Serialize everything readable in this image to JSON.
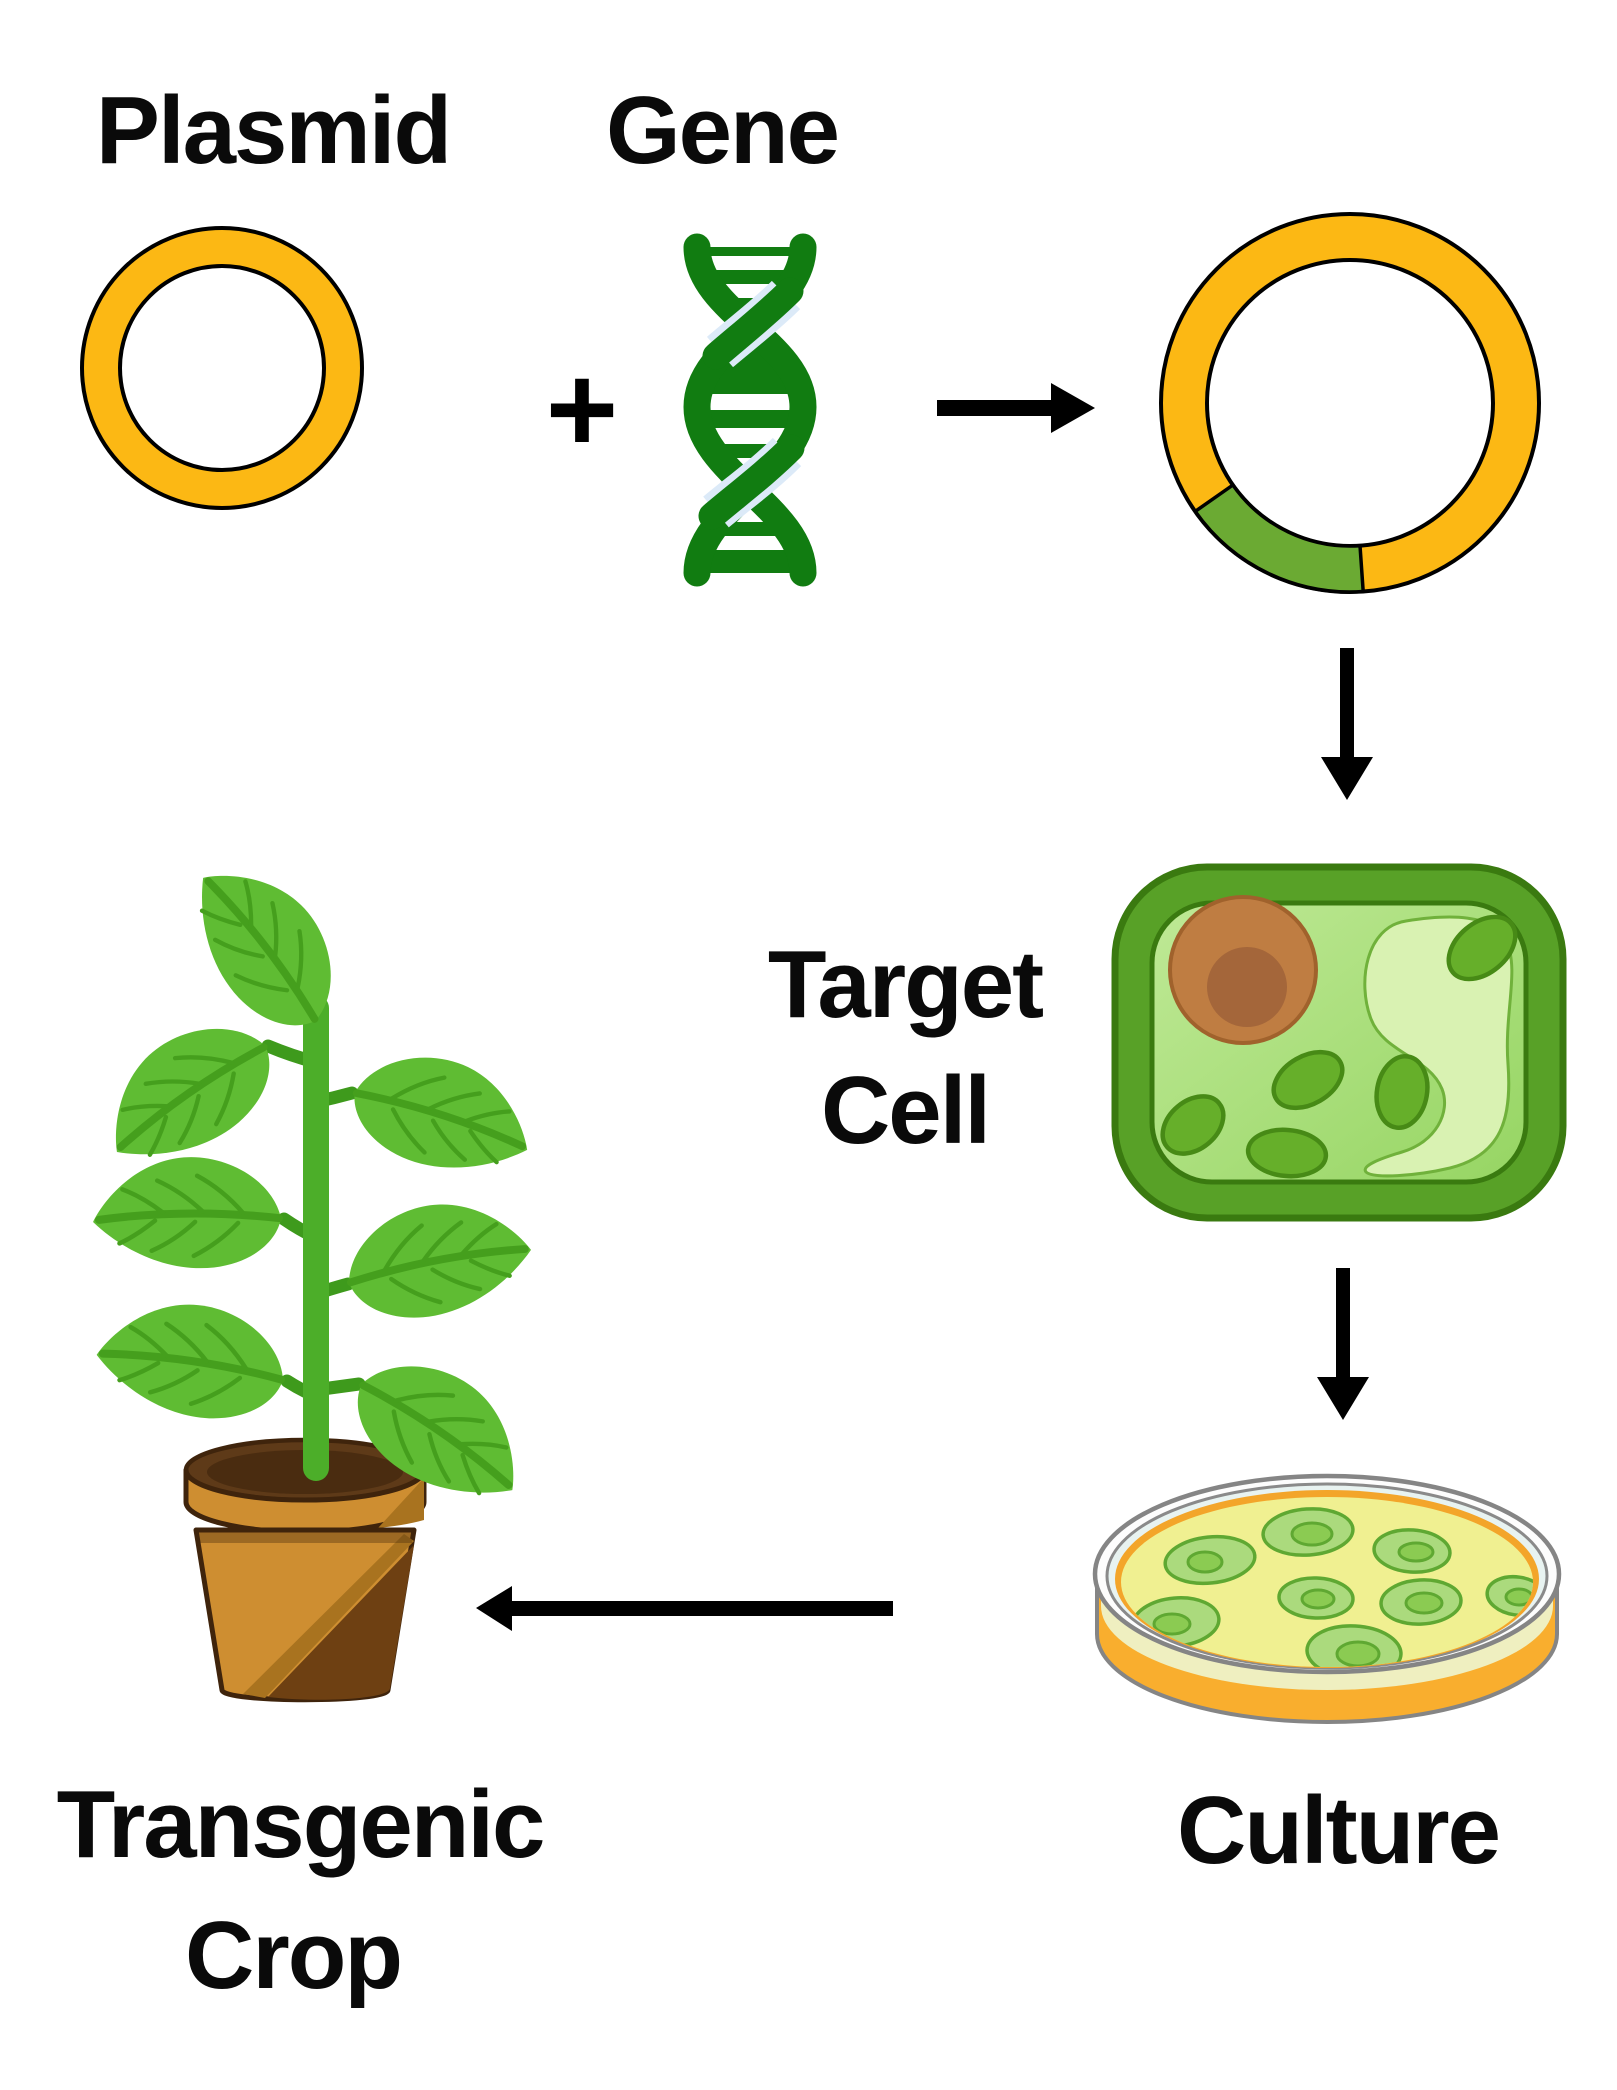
{
  "diagram": {
    "labels": {
      "plasmid": "Plasmid",
      "gene": "Gene",
      "plus_sign": "+",
      "target_cell_line1": "Target",
      "target_cell_line2": "Cell",
      "culture": "Culture",
      "transgenic_crop_line1": "Transgenic",
      "transgenic_crop_line2": "Crop"
    },
    "steps": [
      "Plasmid",
      "Gene",
      "Recombinant plasmid",
      "Target Cell",
      "Culture",
      "Transgenic Crop"
    ],
    "icons": {
      "plasmid": "plasmid-ring-icon",
      "gene": "dna-double-helix-icon",
      "combine": "plus-sign",
      "recombinant_plasmid": "plasmid-with-gene-insert-icon",
      "target_cell": "plant-cell-icon",
      "culture": "petri-dish-with-colonies-icon",
      "transgenic_crop": "potted-plant-icon",
      "arrows": [
        "arrow-right-icon",
        "arrow-down-icon",
        "arrow-down-icon",
        "arrow-left-icon"
      ]
    },
    "colors": {
      "plasmid_yellow": "#FCB814",
      "outline_black": "#000000",
      "gene_insert_green": "#6BAA33",
      "dna_green": "#117C11",
      "dna_crossing_highlight": "#DCEAF8",
      "cell_wall_green": "#58A127",
      "cell_wall_outline": "#3A7A10",
      "cytoplasm_green": "#AEE180",
      "vacuole_green": "#D9F2B2",
      "chloroplast_green": "#66AF2A",
      "nucleus_brown": "#BF7D42",
      "nucleolus_brown": "#A4663A",
      "dish_rim_gray": "#858585",
      "dish_glass_white": "#FDFDFD",
      "dish_inner_tint": "#E8F3F1",
      "dish_orange": "#F9AE2E",
      "agar_yellow": "#F0F091",
      "colony_light_green": "#ABDA7D",
      "colony_dark_green": "#8BCB52",
      "colony_outline": "#5FA832",
      "leaf_green": "#5FBC33",
      "leaf_vein_green": "#459F1D",
      "stem_green": "#4CAE29",
      "branch_green": "#3E9A1C",
      "pot_terracotta": "#CE8E31",
      "pot_shadow_brown": "#6E4012",
      "pot_mid_shade": "#A9731F",
      "pot_outline": "#3F240C",
      "soil_brown": "#5E3A18",
      "soil_dark_brown": "#4A2C10",
      "text_black": "#000000"
    }
  }
}
